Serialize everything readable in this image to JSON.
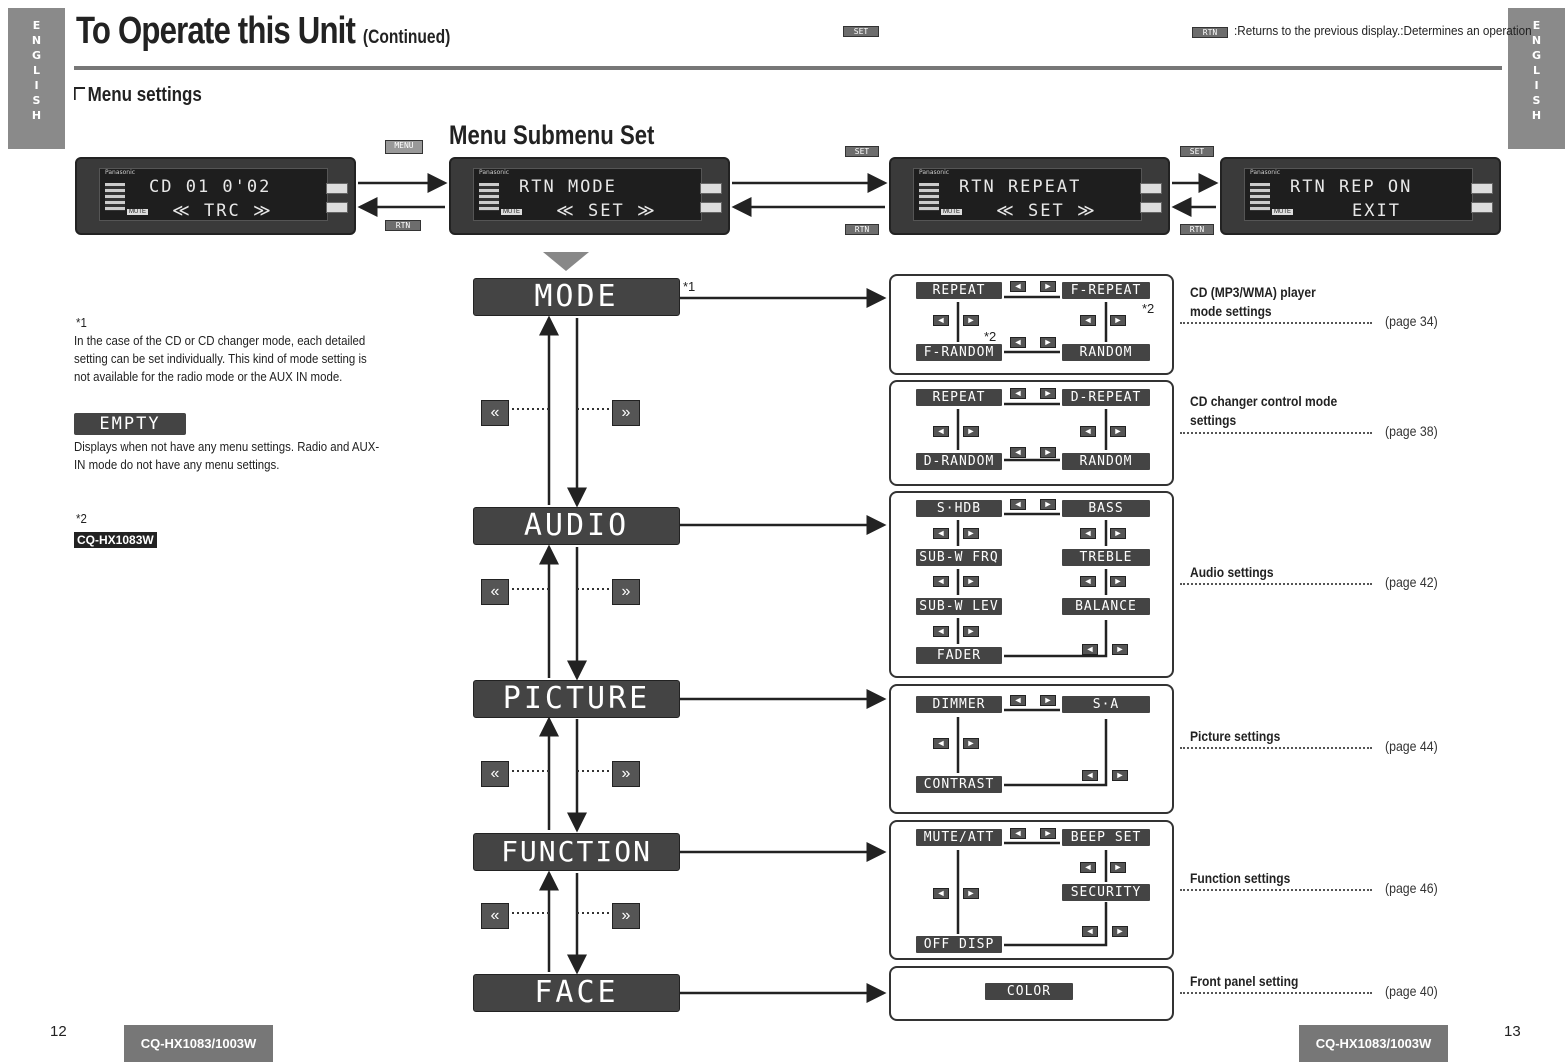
{
  "page": {
    "title": "To Operate this Unit",
    "title_suffix": "(Continued)",
    "section": "Menu settings",
    "lang_tab": [
      "E",
      "N",
      "G",
      "L",
      "I",
      "S",
      "H"
    ],
    "header_note": ":Returns to the previous display.:Determines an operation",
    "heading": "Menu Submenu Set",
    "page_left": "12",
    "page_right": "13",
    "model_footer": "CQ-HX1083/1003W"
  },
  "buttons": {
    "menu": "MENU",
    "set": "SET",
    "rtn": "RTN"
  },
  "displays": [
    {
      "brand": "Panasonic",
      "line1": "CD 01  0'02",
      "line2": "≪ TRC ≫"
    },
    {
      "brand": "Panasonic",
      "line1": "RTN  MODE",
      "line2": "≪ SET ≫"
    },
    {
      "brand": "Panasonic",
      "line1": "RTN REPEAT",
      "line2": "≪ SET ≫"
    },
    {
      "brand": "Panasonic",
      "line1": "RTN REP ON",
      "line2": "EXIT"
    }
  ],
  "menus": [
    "MODE",
    "AUDIO",
    "PICTURE",
    "FUNCTION",
    "FACE"
  ],
  "mode_star": "*1",
  "groups": {
    "mode_cd": {
      "a": "REPEAT",
      "b": "F-REPEAT",
      "c": "F-RANDOM",
      "d": "RANDOM",
      "star": "*2"
    },
    "mode_changer": {
      "a": "REPEAT",
      "b": "D-REPEAT",
      "c": "D-RANDOM",
      "d": "RANDOM"
    },
    "audio": {
      "a": "S·HDB",
      "b": "BASS",
      "c": "SUB-W FRQ",
      "d": "TREBLE",
      "e": "SUB-W LEV",
      "f": "BALANCE",
      "g": "FADER"
    },
    "picture": {
      "a": "DIMMER",
      "b": "S·A",
      "c": "CONTRAST"
    },
    "function": {
      "a": "MUTE/ATT",
      "b": "BEEP SET",
      "c": "SECURITY",
      "d": "OFF DISP"
    },
    "face": {
      "a": "COLOR"
    }
  },
  "right_labels": [
    {
      "text1": "CD (MP3/WMA) player",
      "text2": "mode settings",
      "page": "(page 34)"
    },
    {
      "text1": "CD changer control mode",
      "text2": "settings",
      "page": "(page 38)"
    },
    {
      "text1": "Audio settings",
      "text2": "",
      "page": "(page 42)"
    },
    {
      "text1": "Picture settings",
      "text2": "",
      "page": "(page 44)"
    },
    {
      "text1": "Function settings",
      "text2": "",
      "page": "(page 46)"
    },
    {
      "text1": "Front panel setting",
      "text2": "",
      "page": "(page 40)"
    }
  ],
  "notes": {
    "n1_mark": "*1",
    "n1_text": "In the case of the CD or CD changer mode, each detailed setting can be set individually. This kind of mode setting is not available for the radio mode or the AUX IN mode.",
    "empty_label": "EMPTY",
    "empty_text": "Displays when not have any menu settings. Radio and AUX-IN mode do not have any menu settings.",
    "n2_mark": "*2",
    "n2_model": "CQ-HX1083W"
  },
  "colors": {
    "dark": "#444444",
    "tab": "#8a8a8a",
    "rule": "#777777"
  }
}
